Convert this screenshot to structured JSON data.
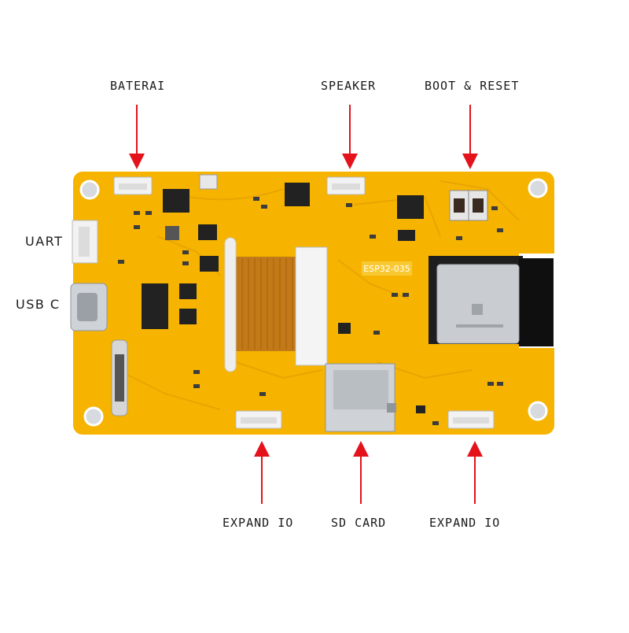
{
  "labels": {
    "baterai": "BATERAI",
    "speaker": "SPEAKER",
    "boot_reset": "BOOT & RESET",
    "uart": "UART",
    "usb_c": "USB C",
    "expand_io_left": "EXPAND IO",
    "sd_card": "SD CARD",
    "expand_io_right": "EXPAND IO"
  },
  "board": {
    "module_silkscreen": "ESP32-035"
  },
  "colors": {
    "pcb": "#f6b400",
    "pcb_dark": "#e8a300",
    "arrow": "#e3121b",
    "module": "#c9cdd2",
    "chip": "#222222"
  }
}
